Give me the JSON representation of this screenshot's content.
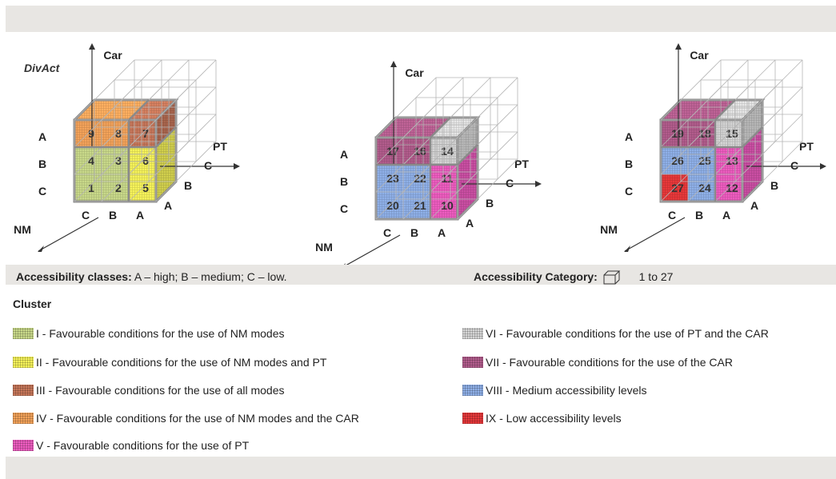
{
  "diagram": {
    "cube_title": "DivAct",
    "axes": {
      "car": "Car",
      "pt": "PT",
      "nm": "NM"
    },
    "class_labels": [
      "A",
      "B",
      "C"
    ],
    "cube1": {
      "nm_labels": [
        "C",
        "B",
        "A"
      ],
      "cells": [
        {
          "num": "9",
          "cluster": "IV"
        },
        {
          "num": "8",
          "cluster": "IV"
        },
        {
          "num": "7",
          "cluster": "III"
        },
        {
          "num": "4",
          "cluster": "I"
        },
        {
          "num": "3",
          "cluster": "I"
        },
        {
          "num": "6",
          "cluster": "II"
        },
        {
          "num": "1",
          "cluster": "I"
        },
        {
          "num": "2",
          "cluster": "I"
        },
        {
          "num": "5",
          "cluster": "II"
        }
      ]
    },
    "cube2": {
      "nm_labels": [
        "C",
        "B",
        "A"
      ],
      "cells": [
        {
          "num": "17",
          "cluster": "VII"
        },
        {
          "num": "16",
          "cluster": "VII"
        },
        {
          "num": "14",
          "cluster": "VI"
        },
        {
          "num": "23",
          "cluster": "VIII"
        },
        {
          "num": "22",
          "cluster": "VIII"
        },
        {
          "num": "11",
          "cluster": "V"
        },
        {
          "num": "20",
          "cluster": "VIII"
        },
        {
          "num": "21",
          "cluster": "VIII"
        },
        {
          "num": "10",
          "cluster": "V"
        }
      ]
    },
    "cube3": {
      "nm_labels": [
        "C",
        "B",
        "A"
      ],
      "cells": [
        {
          "num": "19",
          "cluster": "VII"
        },
        {
          "num": "18",
          "cluster": "VII"
        },
        {
          "num": "15",
          "cluster": "VI"
        },
        {
          "num": "26",
          "cluster": "VIII"
        },
        {
          "num": "25",
          "cluster": "VIII"
        },
        {
          "num": "13",
          "cluster": "V"
        },
        {
          "num": "27",
          "cluster": "IX"
        },
        {
          "num": "24",
          "cluster": "VIII"
        },
        {
          "num": "12",
          "cluster": "V"
        }
      ]
    }
  },
  "accessibility": {
    "classes_label": "Accessibility classes:",
    "classes_text": "A – high; B – medium; C – low.",
    "category_label": "Accessibility Category:",
    "category_range": "1 to 27"
  },
  "legend": {
    "title": "Cluster",
    "items": [
      {
        "id": "I",
        "text": "I - Favourable conditions for the use of NM modes",
        "color": "#c9d98a"
      },
      {
        "id": "II",
        "text": "II - Favourable conditions for the use of NM modes and PT",
        "color": "#f6f35a"
      },
      {
        "id": "III",
        "text": "III - Favourable conditions for the use of all modes",
        "color": "#c8775a"
      },
      {
        "id": "IV",
        "text": "IV - Favourable conditions for the use of NM modes and the CAR",
        "color": "#f4a35a"
      },
      {
        "id": "V",
        "text": "V - Favourable conditions for the use of PT",
        "color": "#ee5cc0"
      },
      {
        "id": "VI",
        "text": "VI - Favourable conditions for the use of PT and the CAR",
        "color": "#d6d6d6"
      },
      {
        "id": "VII",
        "text": "VII - Favourable conditions for the use of the CAR",
        "color": "#b25c8c"
      },
      {
        "id": "VIII",
        "text": "VIII - Medium accessibility levels",
        "color": "#8fb0e8"
      },
      {
        "id": "IX",
        "text": "IX - Low accessibility levels",
        "color": "#e8383a"
      }
    ]
  }
}
